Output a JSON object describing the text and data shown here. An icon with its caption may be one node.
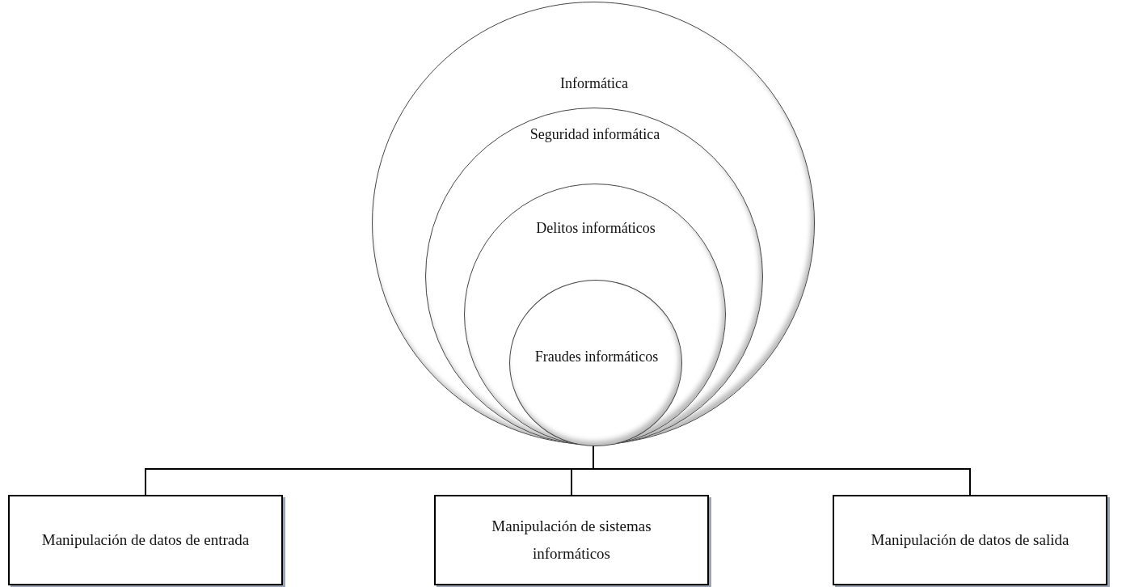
{
  "diagram": {
    "nodes": [
      {
        "text": [
          "Informática"
        ]
      },
      {
        "text": [
          "Seguridad informática"
        ],
        "in": 0
      },
      {
        "text": [
          "Delitos informáticos"
        ],
        "in": 1
      },
      {
        "text": [
          "Fraudes informáticos"
        ],
        "in": 2
      },
      {
        "text": [
          "Manipulación de datos de entrada"
        ]
      },
      {
        "text": [
          "Manipulación de sistemas informáticos"
        ]
      },
      {
        "text": [
          "Manipulación de datos de salida"
        ]
      }
    ],
    "edges": [
      {
        "from": 3,
        "to": 4,
        "arrow": "none"
      },
      {
        "from": 3,
        "to": 5,
        "arrow": "none"
      },
      {
        "from": 3,
        "to": 6,
        "arrow": "none"
      }
    ]
  }
}
